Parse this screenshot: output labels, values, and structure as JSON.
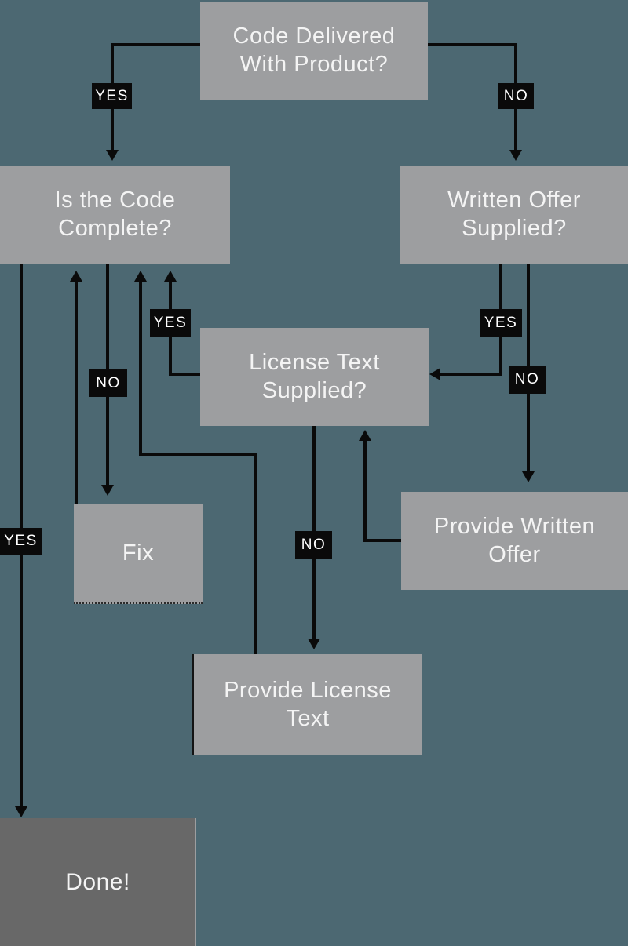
{
  "diagram": {
    "type": "flowchart",
    "colors": {
      "background": "#4c6872",
      "node_fill": "#9d9ea0",
      "done_fill": "#686868",
      "node_text": "#f4f4f4",
      "edge_color": "#0a0a0a",
      "label_bg": "#0a0a0a",
      "label_text": "#ffffff"
    },
    "nodes": [
      {
        "id": "code-delivered",
        "label": "Code Delivered With Product?"
      },
      {
        "id": "is-code-complete",
        "label": "Is the Code Complete?"
      },
      {
        "id": "written-offer",
        "label": "Written Offer Supplied?"
      },
      {
        "id": "license-text",
        "label": "License Text Supplied?"
      },
      {
        "id": "fix",
        "label": "Fix"
      },
      {
        "id": "provide-written-offer",
        "label": "Provide Written Offer"
      },
      {
        "id": "provide-license-text",
        "label": "Provide License Text"
      },
      {
        "id": "done",
        "label": "Done!"
      }
    ],
    "edges": [
      {
        "from": "code-delivered",
        "to": "is-code-complete",
        "label": "YES"
      },
      {
        "from": "code-delivered",
        "to": "written-offer",
        "label": "NO"
      },
      {
        "from": "is-code-complete",
        "to": "done",
        "label": "YES"
      },
      {
        "from": "is-code-complete",
        "to": "fix",
        "label": "NO"
      },
      {
        "from": "fix",
        "to": "is-code-complete",
        "label": ""
      },
      {
        "from": "license-text",
        "to": "is-code-complete",
        "label": "YES"
      },
      {
        "from": "written-offer",
        "to": "license-text",
        "label": "YES"
      },
      {
        "from": "written-offer",
        "to": "provide-written-offer",
        "label": "NO"
      },
      {
        "from": "provide-written-offer",
        "to": "license-text",
        "label": ""
      },
      {
        "from": "license-text",
        "to": "provide-license-text",
        "label": "NO"
      },
      {
        "from": "provide-license-text",
        "to": "is-code-complete",
        "label": ""
      }
    ]
  }
}
